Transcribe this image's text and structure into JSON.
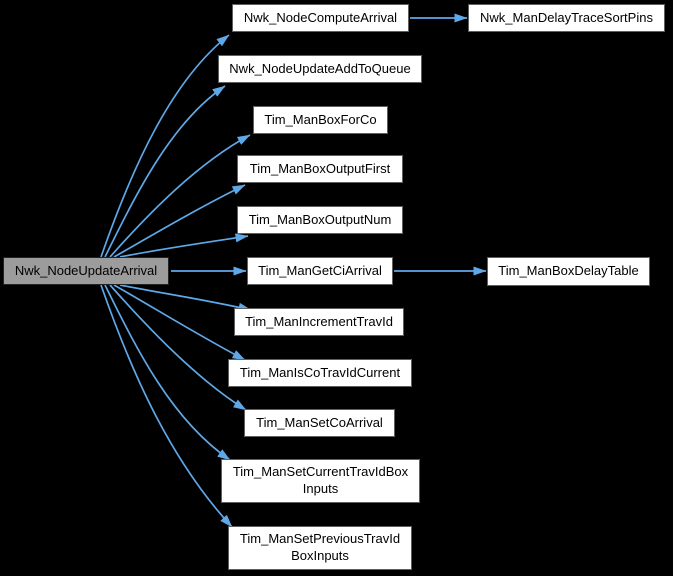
{
  "diagram": {
    "kind": "doxygen-call-graph",
    "background_color": "#000000",
    "edge_color": "#5fa8e8",
    "node_fill": "#ffffff",
    "node_border": "#5f5f5f",
    "highlight_node_fill": "#9c9c9c",
    "text_color": "#000000"
  },
  "nodes": {
    "update_arrival": {
      "label": "Nwk_NodeUpdateArrival"
    },
    "compute_arrival": {
      "label": "Nwk_NodeComputeArrival"
    },
    "update_add_to_queue": {
      "label": "Nwk_NodeUpdateAddToQueue"
    },
    "box_for_co": {
      "label": "Tim_ManBoxForCo"
    },
    "box_output_first": {
      "label": "Tim_ManBoxOutputFirst"
    },
    "box_output_num": {
      "label": "Tim_ManBoxOutputNum"
    },
    "get_ci_arrival": {
      "label": "Tim_ManGetCiArrival"
    },
    "increment_trav_id": {
      "label": "Tim_ManIncrementTravId"
    },
    "is_co_trav_id_current": {
      "label": "Tim_ManIsCoTravIdCurrent"
    },
    "set_co_arrival": {
      "label": "Tim_ManSetCoArrival"
    },
    "set_current_trav_id_box_inputs": {
      "lines": [
        "Tim_ManSetCurrentTravIdBox",
        "Inputs"
      ]
    },
    "set_previous_trav_id_box_inputs": {
      "lines": [
        "Tim_ManSetPreviousTravId",
        "BoxInputs"
      ]
    },
    "delay_trace_sort_pins": {
      "label": "Nwk_ManDelayTraceSortPins"
    },
    "box_delay_table": {
      "label": "Tim_ManBoxDelayTable"
    }
  },
  "edges": [
    {
      "from": "Nwk_NodeUpdateArrival",
      "to": "Nwk_NodeComputeArrival"
    },
    {
      "from": "Nwk_NodeUpdateArrival",
      "to": "Nwk_NodeUpdateAddToQueue"
    },
    {
      "from": "Nwk_NodeUpdateArrival",
      "to": "Tim_ManBoxForCo"
    },
    {
      "from": "Nwk_NodeUpdateArrival",
      "to": "Tim_ManBoxOutputFirst"
    },
    {
      "from": "Nwk_NodeUpdateArrival",
      "to": "Tim_ManBoxOutputNum"
    },
    {
      "from": "Nwk_NodeUpdateArrival",
      "to": "Tim_ManGetCiArrival"
    },
    {
      "from": "Nwk_NodeUpdateArrival",
      "to": "Tim_ManIncrementTravId"
    },
    {
      "from": "Nwk_NodeUpdateArrival",
      "to": "Tim_ManIsCoTravIdCurrent"
    },
    {
      "from": "Nwk_NodeUpdateArrival",
      "to": "Tim_ManSetCoArrival"
    },
    {
      "from": "Nwk_NodeUpdateArrival",
      "to": "Tim_ManSetCurrentTravIdBoxInputs"
    },
    {
      "from": "Nwk_NodeUpdateArrival",
      "to": "Tim_ManSetPreviousTravIdBoxInputs"
    },
    {
      "from": "Nwk_NodeComputeArrival",
      "to": "Nwk_ManDelayTraceSortPins"
    },
    {
      "from": "Tim_ManGetCiArrival",
      "to": "Tim_ManBoxDelayTable"
    }
  ]
}
